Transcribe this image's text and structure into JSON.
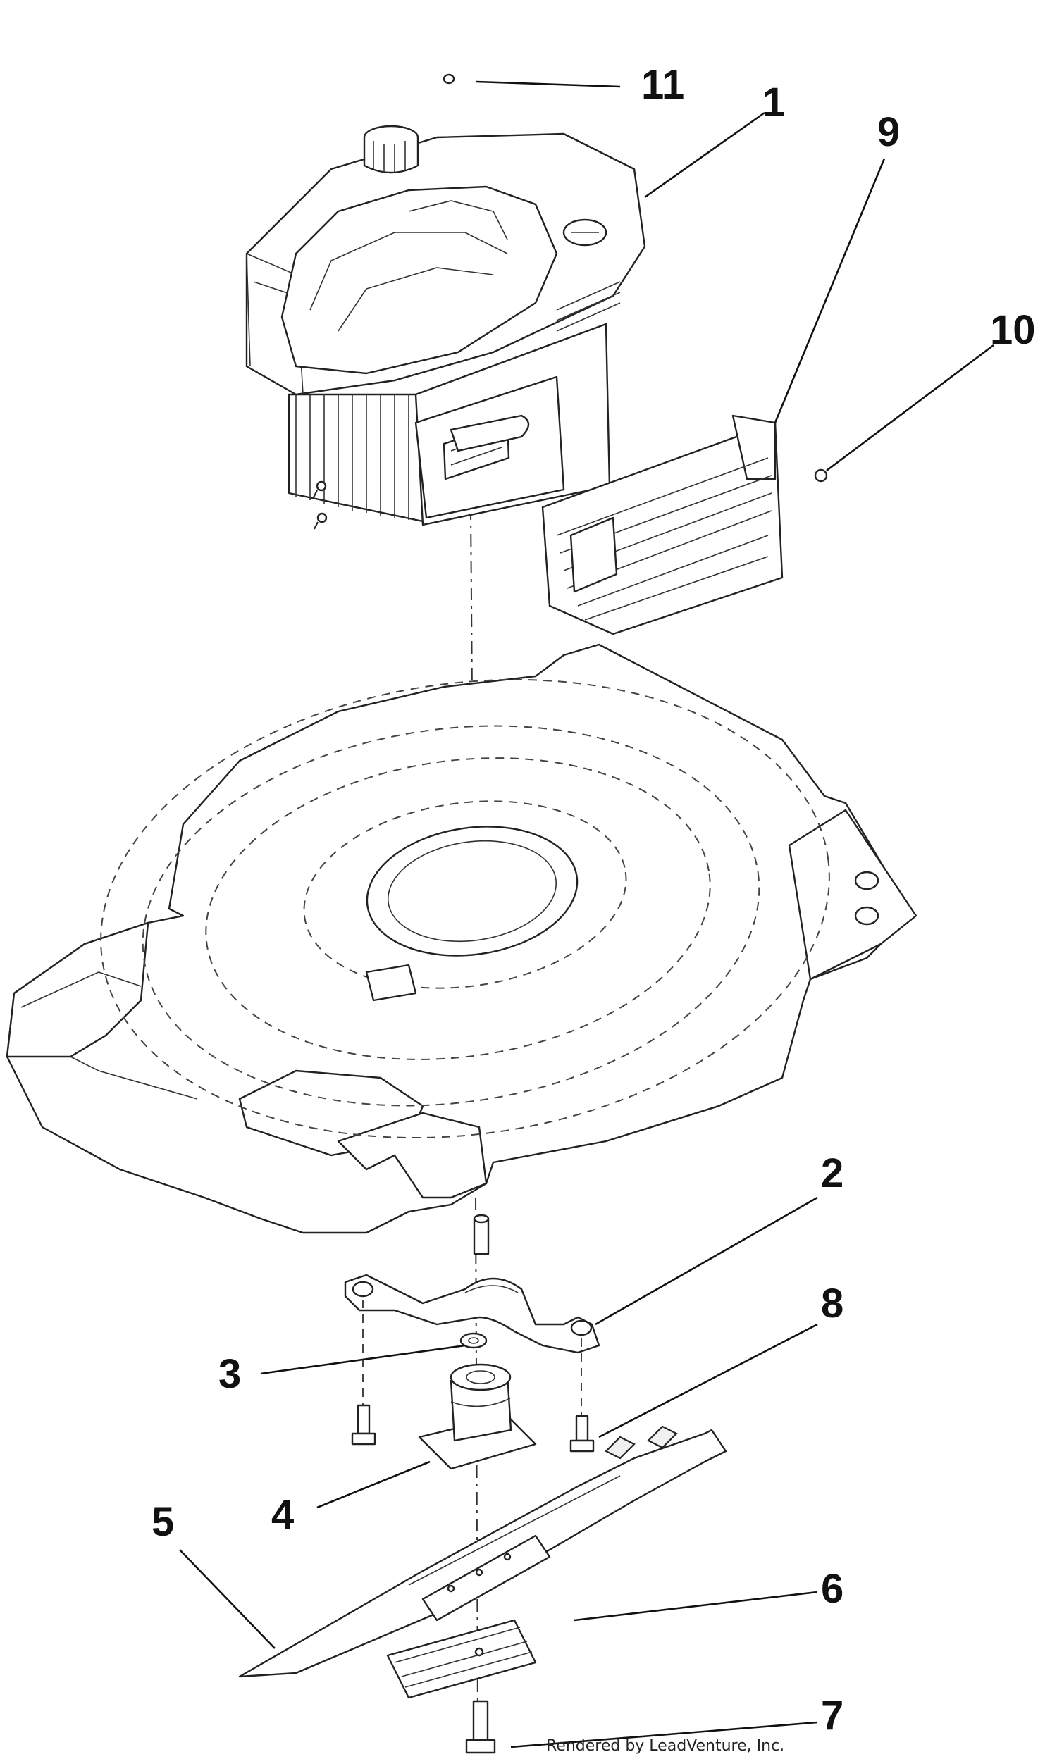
{
  "diagram": {
    "callouts": [
      {
        "id": "1",
        "label": "1"
      },
      {
        "id": "2",
        "label": "2"
      },
      {
        "id": "3",
        "label": "3"
      },
      {
        "id": "4",
        "label": "4"
      },
      {
        "id": "5",
        "label": "5"
      },
      {
        "id": "6",
        "label": "6"
      },
      {
        "id": "7",
        "label": "7"
      },
      {
        "id": "8",
        "label": "8"
      },
      {
        "id": "9",
        "label": "9"
      },
      {
        "id": "10",
        "label": "10"
      },
      {
        "id": "11",
        "label": "11"
      }
    ],
    "credit": "Rendered by LeadVenture, Inc."
  }
}
